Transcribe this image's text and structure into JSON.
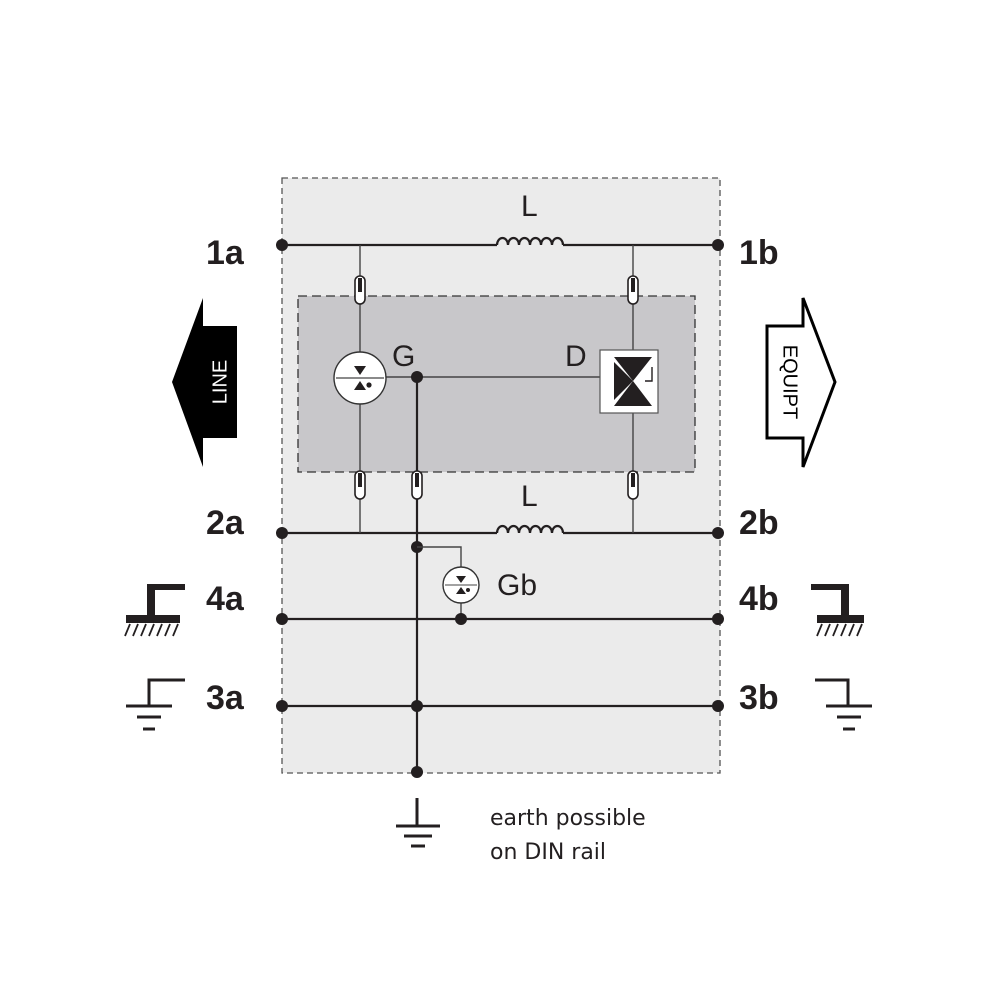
{
  "terminals": {
    "t1a": "1a",
    "t1b": "1b",
    "t2a": "2a",
    "t2b": "2b",
    "t4a": "4a",
    "t4b": "4b",
    "t3a": "3a",
    "t3b": "3b"
  },
  "components": {
    "inductor_top": "L",
    "inductor_bottom": "L",
    "gas_discharge_tube": "G",
    "diode": "D",
    "gas_discharge_tube_b": "Gb"
  },
  "arrows": {
    "line": "LINE",
    "equipment": "EQUIPT"
  },
  "note": {
    "line1": "earth possible",
    "line2": "on DIN rail"
  },
  "colors": {
    "outer_box": "#ebebeb",
    "inner_box": "#c8c7ca",
    "ink": "#231f20"
  }
}
